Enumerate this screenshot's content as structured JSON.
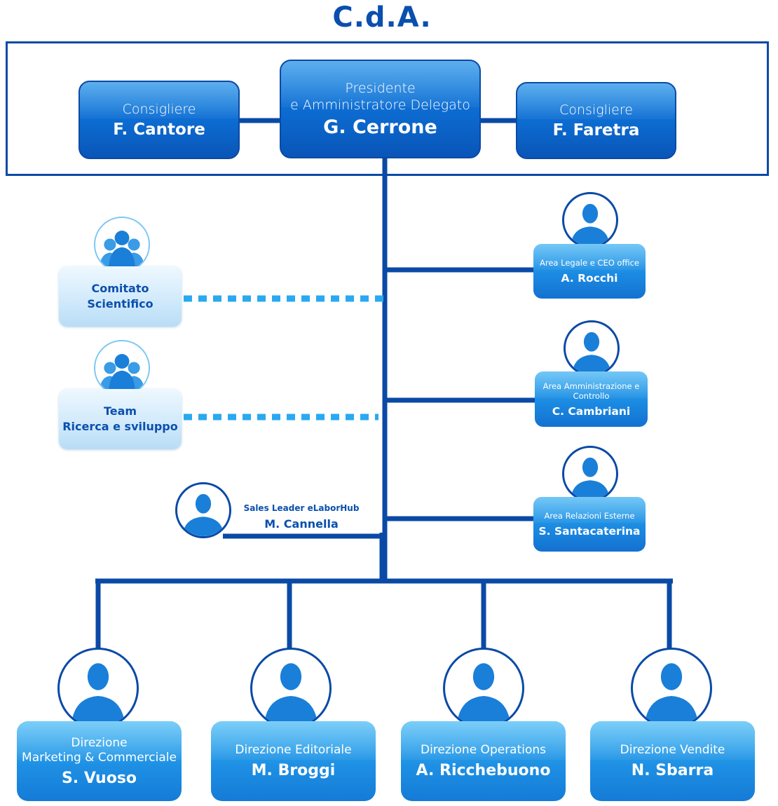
{
  "title": "C.d.A.",
  "board": {
    "left": {
      "role": "Consigliere",
      "name": "F. Cantore"
    },
    "center": {
      "role": "Presidente\ne Amministratore Delegato",
      "name": "G. Cerrone"
    },
    "right": {
      "role": "Consigliere",
      "name": "F. Faretra"
    }
  },
  "committees": [
    {
      "name": "Comitato\nScientifico"
    },
    {
      "name": "Team\nRicerca  e sviluppo"
    }
  ],
  "staff": [
    {
      "role": "Area Legale e CEO office",
      "name": "A. Rocchi"
    },
    {
      "role": "Area Amministrazione e Controllo",
      "name": "C. Cambriani"
    },
    {
      "role": "Area Relazioni Esterne",
      "name": "S. Santacaterina"
    }
  ],
  "sales": {
    "role": "Sales Leader eLaborHub",
    "name": "M. Cannella"
  },
  "directions": [
    {
      "role": "Direzione\nMarketing & Commerciale",
      "name": "S. Vuoso"
    },
    {
      "role": "Direzione Editoriale",
      "name": "M. Broggi"
    },
    {
      "role": "Direzione Operations",
      "name": "A. Ricchebuono"
    },
    {
      "role": "Direzione Vendite",
      "name": "N. Sbarra"
    }
  ],
  "colors": {
    "line": "#0a4aa6",
    "dotted": "#29a9f0",
    "title": "#0b4fae",
    "avatar": "#1a7fd8"
  }
}
